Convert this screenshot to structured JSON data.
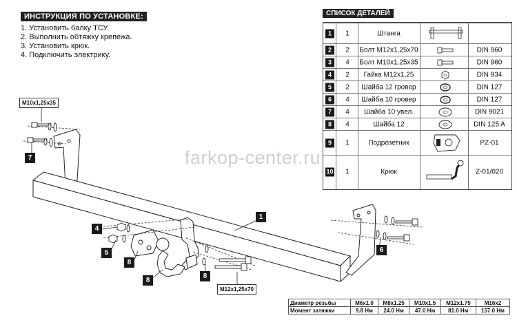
{
  "instructions": {
    "title": "ИНСТРУКЦИЯ ПО УСТАНОВКЕ:",
    "steps": [
      "1. Установить балку ТСУ.",
      "2. Выполнить обтяжку крепежа.",
      "3. Установить крюк.",
      "4. Подключить электрику."
    ]
  },
  "parts": {
    "title": "СПИСОК ДЕТАЛЕЙ",
    "rows": [
      {
        "num": "1",
        "qty": "1",
        "name": "Штанга",
        "std": "",
        "icon": "bar-icon"
      },
      {
        "num": "2",
        "qty": "2",
        "name": "Болт M12x1,25x70",
        "std": "DIN 960",
        "icon": "bolt-icon"
      },
      {
        "num": "3",
        "qty": "4",
        "name": "Болт M10x1,25x35",
        "std": "DIN 960",
        "icon": "bolt-icon"
      },
      {
        "num": "4",
        "qty": "2",
        "name": "Гайка M12x1,25",
        "std": "DIN 934",
        "icon": "nut-icon"
      },
      {
        "num": "5",
        "qty": "2",
        "name": "Шайба 12 гровер",
        "std": "DIN 127",
        "icon": "spring-washer-icon"
      },
      {
        "num": "6",
        "qty": "4",
        "name": "Шайба 10 гровер",
        "std": "DIN 127",
        "icon": "spring-washer-icon"
      },
      {
        "num": "7",
        "qty": "4",
        "name": "Шайба 10 увел.",
        "std": "DIN 9021",
        "icon": "washer-icon"
      },
      {
        "num": "8",
        "qty": "4",
        "name": "Шайба 12",
        "std": "DIN 125 A",
        "icon": "washer-icon"
      },
      {
        "num": "9",
        "qty": "1",
        "name": "Подрозетник",
        "std": "PZ-01",
        "icon": "socket-bracket-icon"
      },
      {
        "num": "10",
        "qty": "1",
        "name": "Крюк",
        "std": "Z-01/020",
        "icon": "hook-icon"
      }
    ]
  },
  "watermark": "farkop-center.ru",
  "callouts": {
    "bolt_label_top": "M10x1,25x35",
    "bolt_label_bottom": "M12x1,25x70",
    "n1": "1",
    "n4": "4",
    "n5": "5",
    "n6": "6",
    "n7": "7",
    "n8a": "8",
    "n8b": "8",
    "n8c": "8"
  },
  "torque": {
    "row1_label": "Диаметр резьбы",
    "row2_label": "Момент затяжки",
    "threads": [
      "M6x1.0",
      "M8x1.25",
      "M10x1.5",
      "M12x1.75",
      "M16x2"
    ],
    "torques": [
      "9.8 Нм",
      "24.0 Нм",
      "47.0 Нм",
      "81.0 Нм",
      "157.0 Нм"
    ]
  }
}
